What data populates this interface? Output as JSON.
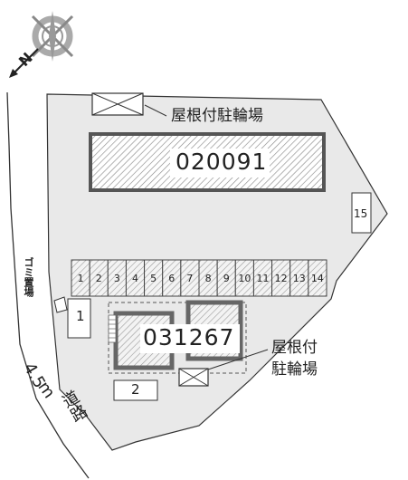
{
  "compass": {
    "north_label": "N",
    "icon": "compass-rose-icon"
  },
  "road": {
    "width_label": "4.5",
    "unit_label": "m",
    "name_label": "道路"
  },
  "garbage": {
    "label": "ゴミ置場"
  },
  "buildings": [
    {
      "id": "020091",
      "label": "020091"
    },
    {
      "id": "031267",
      "label": "031267"
    }
  ],
  "bike_shelters": [
    {
      "label": "屋根付駐輪場"
    },
    {
      "line1": "屋根付",
      "line2": "駐輪場"
    }
  ],
  "parking": {
    "row_slots": [
      "1",
      "2",
      "3",
      "4",
      "5",
      "6",
      "7",
      "8",
      "9",
      "10",
      "11",
      "12",
      "13",
      "14"
    ],
    "single_slots": {
      "slot_1": "1",
      "slot_2": "2",
      "slot_15": "15"
    }
  },
  "colors": {
    "lot": "#e9e9e9",
    "outline": "#333333",
    "building_border": "#555555"
  }
}
